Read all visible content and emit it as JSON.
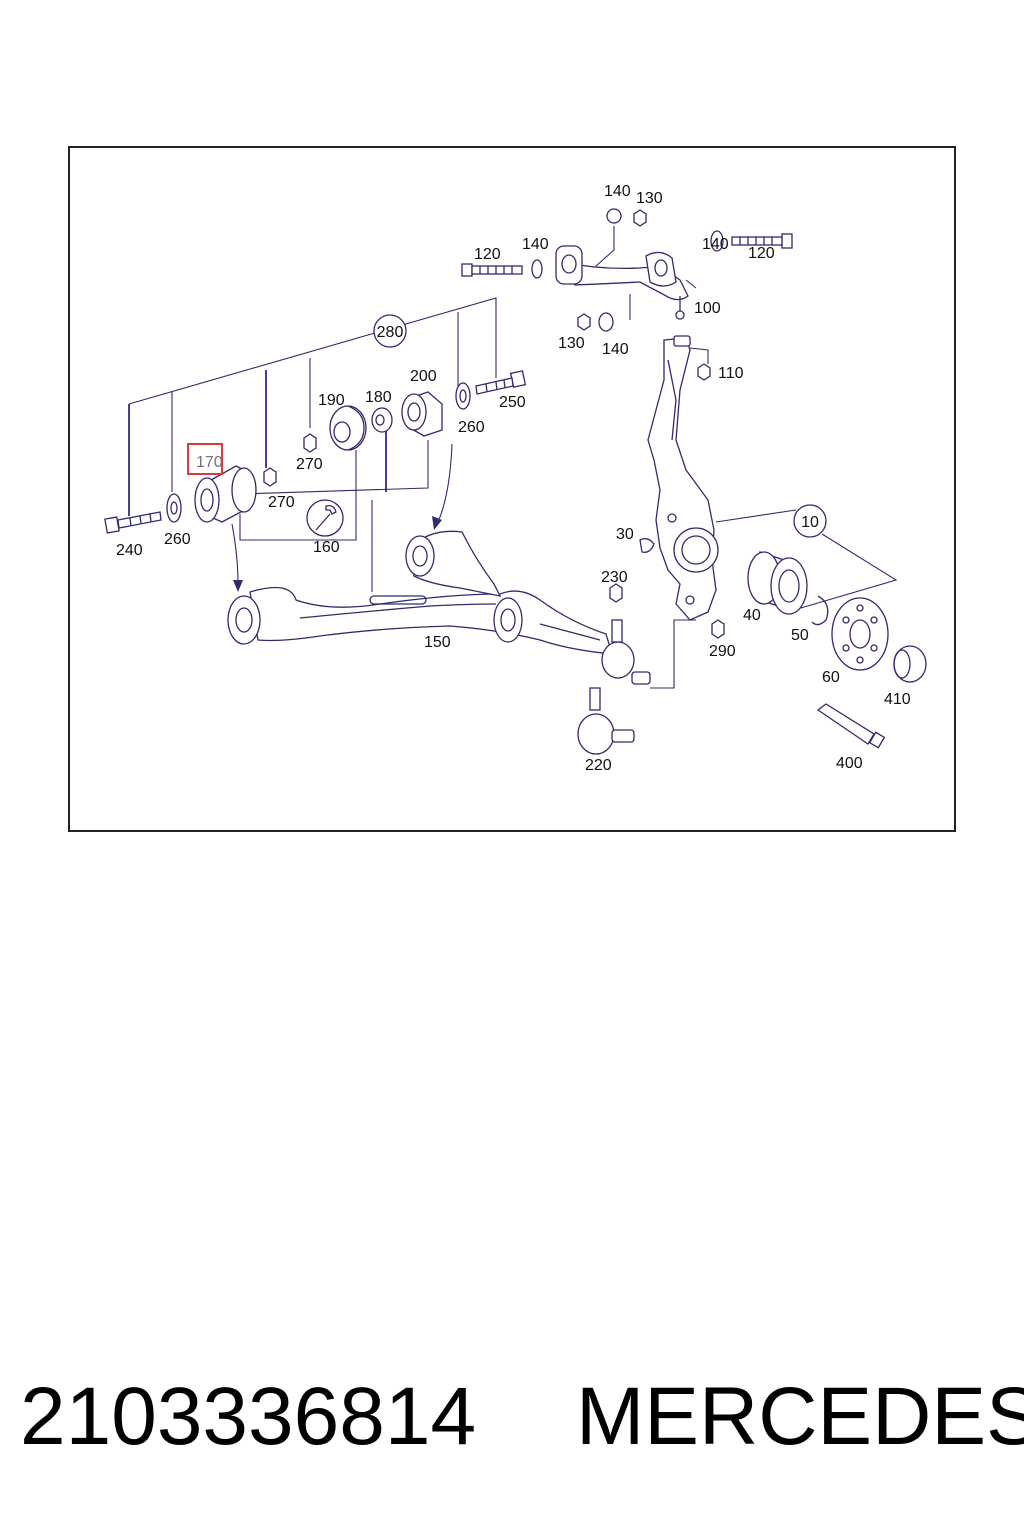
{
  "diagram": {
    "highlighted_part": "170",
    "labels": {
      "p10": "10",
      "p30": "30",
      "p40": "40",
      "p50": "50",
      "p60": "60",
      "p100": "100",
      "p110": "110",
      "p120a": "120",
      "p120b": "120",
      "p130a": "130",
      "p130b": "130",
      "p140a": "140",
      "p140b": "140",
      "p140c": "140",
      "p140d": "140",
      "p150": "150",
      "p160": "160",
      "p170": "170",
      "p180": "180",
      "p190": "190",
      "p200": "200",
      "p220": "220",
      "p230": "230",
      "p240": "240",
      "p250": "250",
      "p260a": "260",
      "p260b": "260",
      "p270a": "270",
      "p270b": "270",
      "p280": "280",
      "p290": "290",
      "p400": "400",
      "p410": "410"
    }
  },
  "caption": {
    "part_number": "2103336814",
    "brand": "MERCEDES"
  }
}
